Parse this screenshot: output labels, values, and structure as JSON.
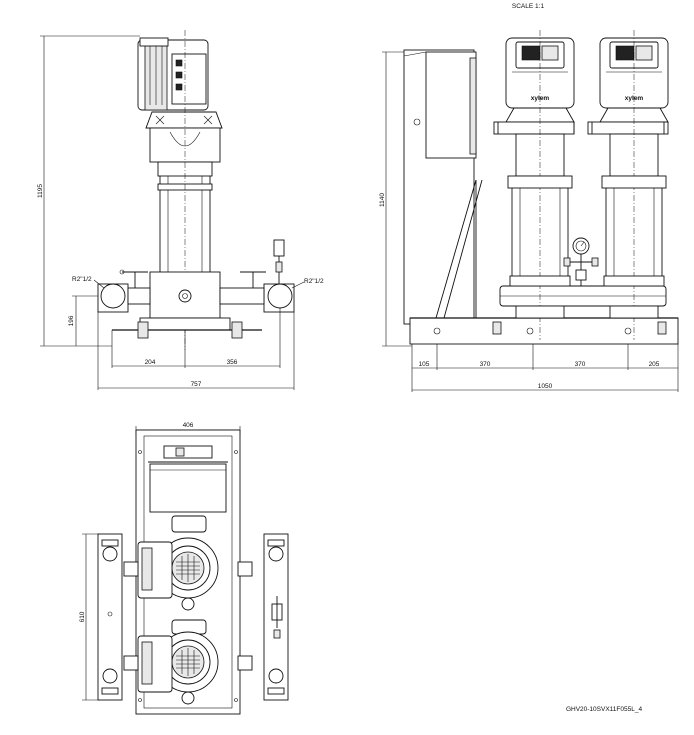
{
  "header": {
    "scale": "SCALE 1:1"
  },
  "front_view": {
    "height_total": "1195",
    "height_inlet": "196",
    "left_conn": "R2\"1/2",
    "right_conn": "R2\"1/2",
    "dim_left": "204",
    "dim_right": "356",
    "dim_total": "757"
  },
  "side_view": {
    "height_total": "1140",
    "dim_a": "105",
    "dim_b": "370",
    "dim_c": "370",
    "dim_d": "205",
    "dim_total": "1050",
    "brand_label_1": "xylem",
    "brand_label_2": "xylem"
  },
  "top_view": {
    "width": "406",
    "depth": "610"
  },
  "footer": {
    "drawing_code": "GHV20-10SVX11F055L_4"
  }
}
